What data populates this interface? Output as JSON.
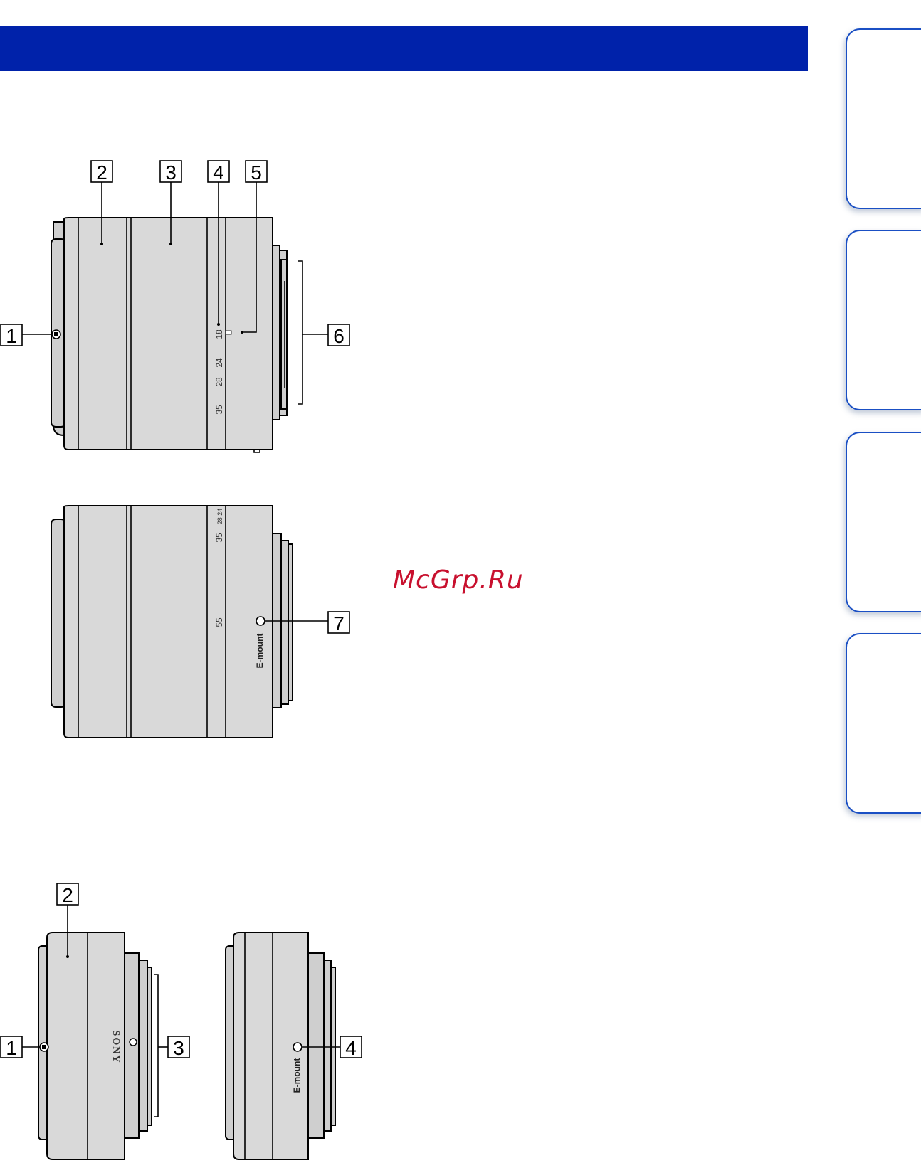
{
  "header": {
    "color": "#0022aa"
  },
  "side_tabs": [
    {
      "id": "tab-1"
    },
    {
      "id": "tab-2"
    },
    {
      "id": "tab-3"
    },
    {
      "id": "tab-4"
    }
  ],
  "watermark": {
    "text": "McGrp.Ru",
    "color": "#c8102e"
  },
  "zoom_lens": {
    "callouts_top": [
      "2",
      "3",
      "4",
      "5"
    ],
    "callout_left": "1",
    "callout_right": "6",
    "scale_marks": [
      "18",
      "24",
      "28",
      "35"
    ],
    "side_view": {
      "scale_marks": [
        "35",
        "55"
      ],
      "mount_text": "E-mount",
      "callout": "7"
    }
  },
  "prime_lens": {
    "callout_top": "2",
    "callout_left": "1",
    "callout_right": "3",
    "brand_text": "SONY",
    "side_view": {
      "mount_text": "E-mount",
      "callout": "4"
    }
  }
}
